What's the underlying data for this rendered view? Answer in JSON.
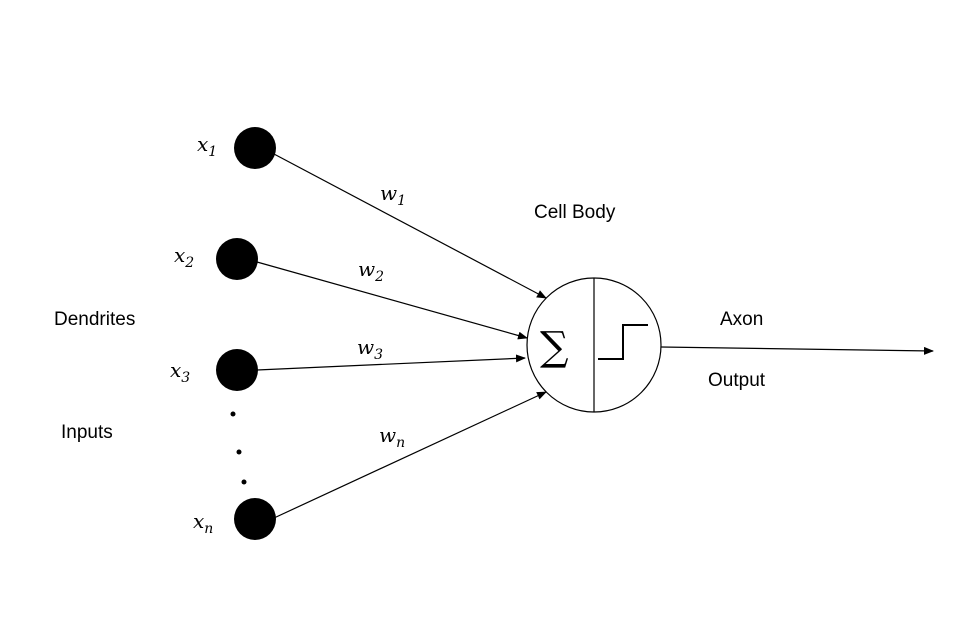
{
  "labels": {
    "dendrites": "Dendrites",
    "inputs": "Inputs",
    "cell_body": "Cell Body",
    "axon": "Axon",
    "output": "Output"
  },
  "summation_symbol": "∑",
  "activation_icon": "step-function-icon",
  "input_nodes": [
    {
      "var": "x",
      "sub": "1"
    },
    {
      "var": "x",
      "sub": "2"
    },
    {
      "var": "x",
      "sub": "3"
    },
    {
      "var": "x",
      "sub": "n"
    }
  ],
  "weights": [
    {
      "var": "w",
      "sub": "1"
    },
    {
      "var": "w",
      "sub": "2"
    },
    {
      "var": "w",
      "sub": "3"
    },
    {
      "var": "w",
      "sub": "n"
    }
  ],
  "colors": {
    "ink": "#000000",
    "background": "#ffffff"
  }
}
